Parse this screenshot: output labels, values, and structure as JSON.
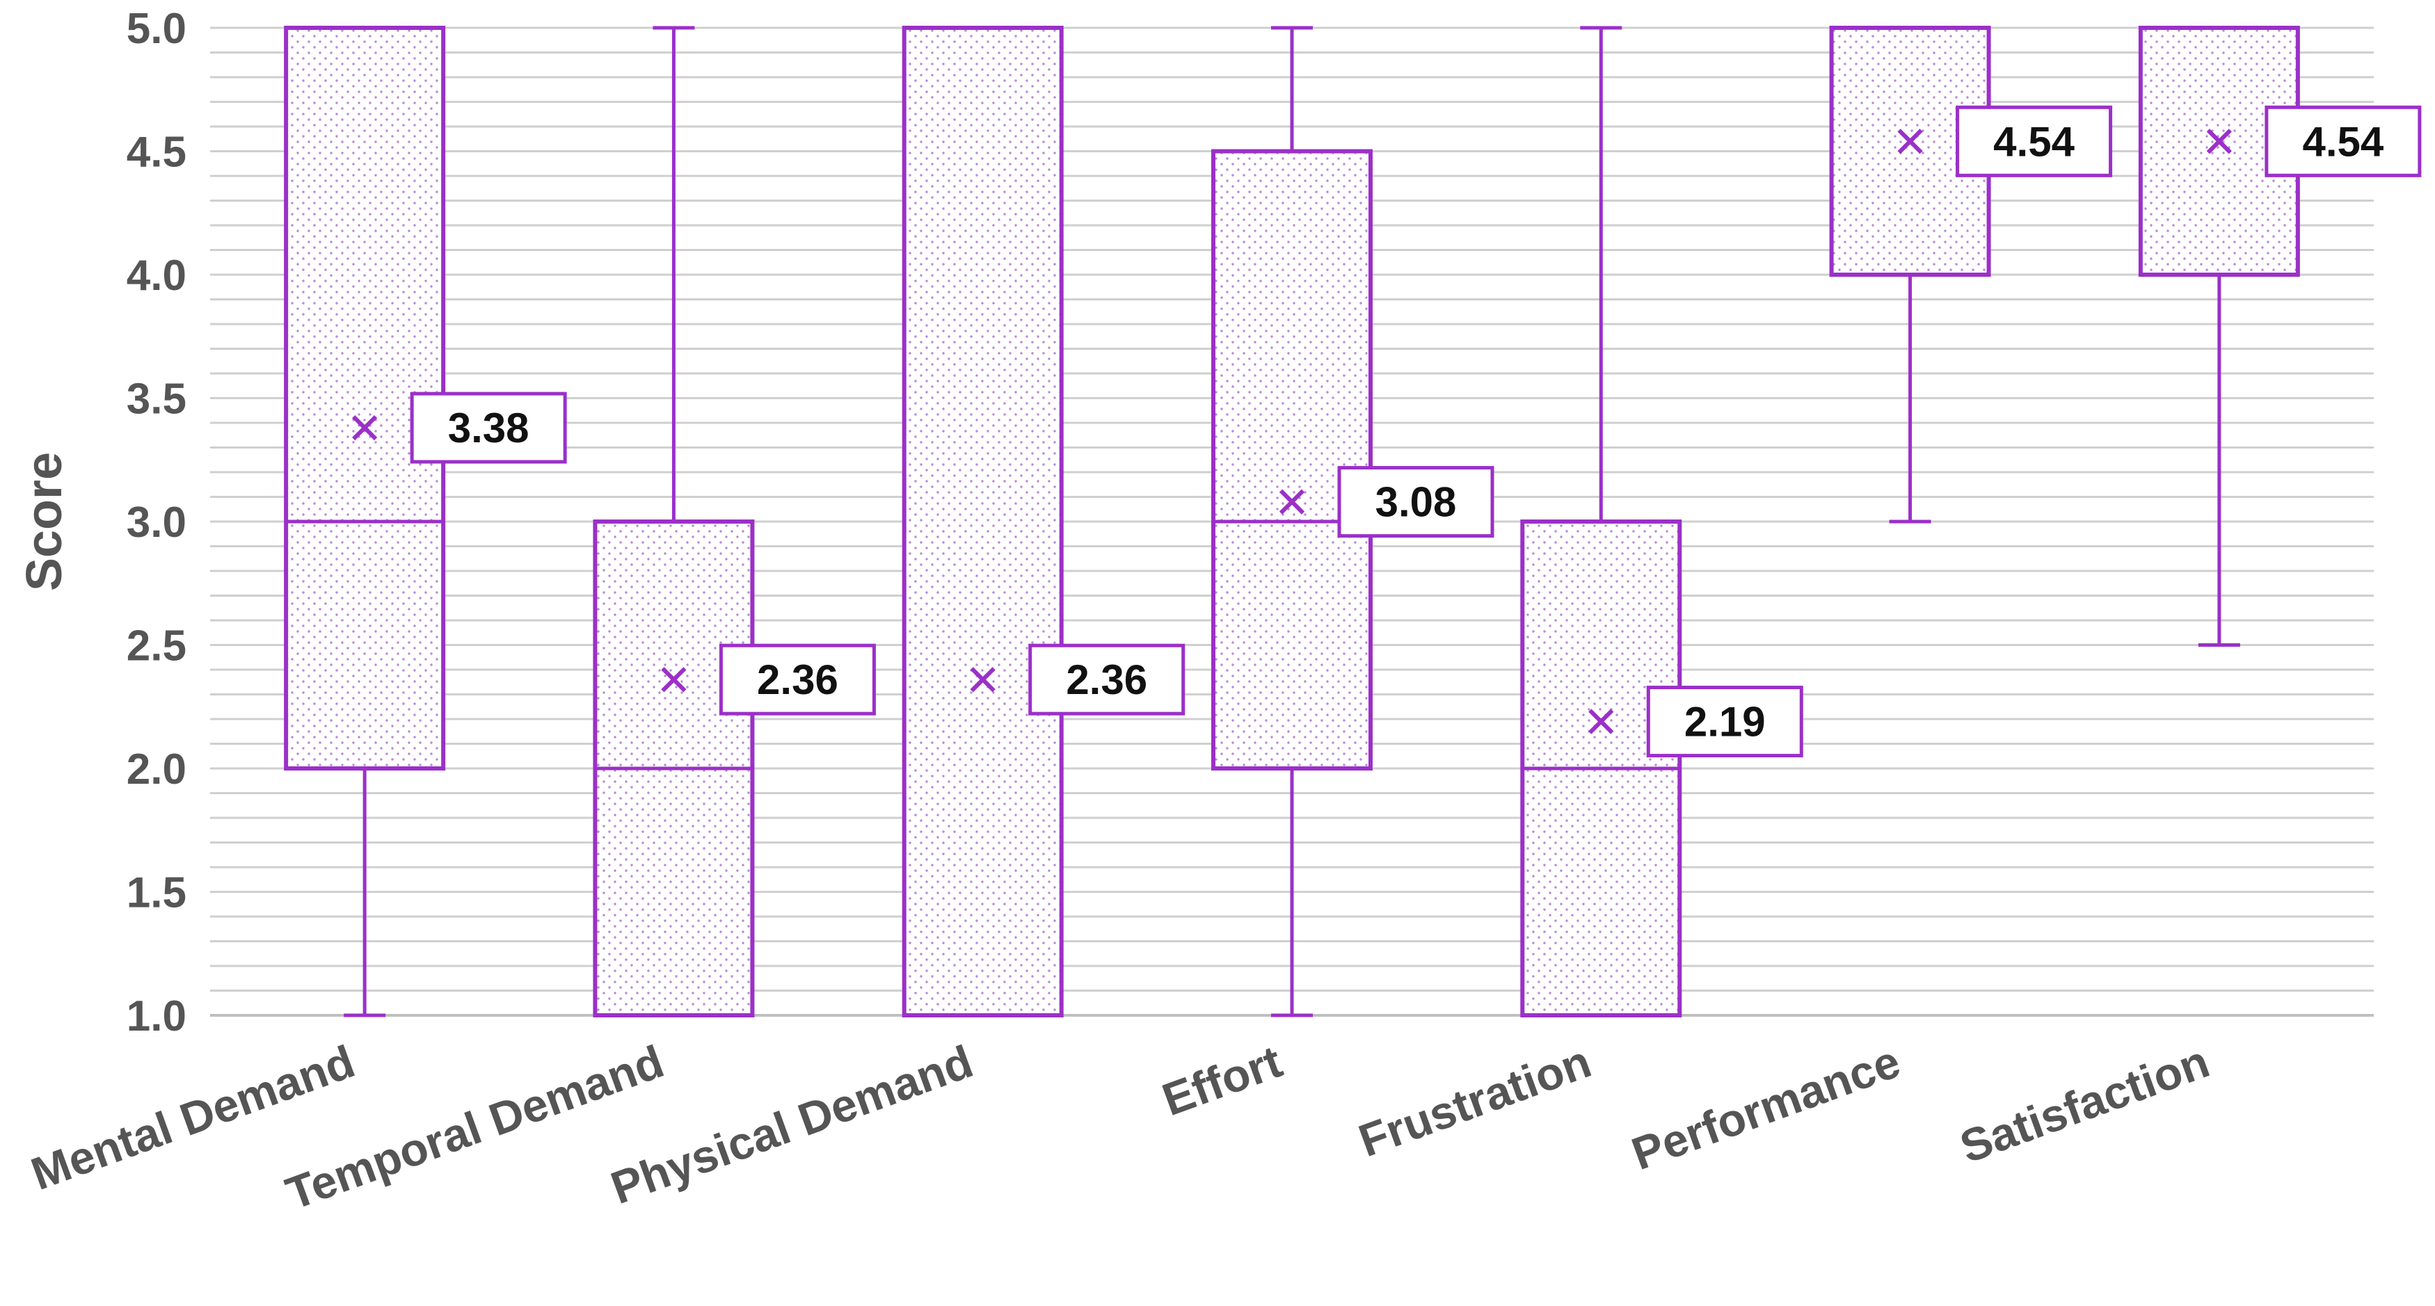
{
  "chart_data": {
    "type": "boxplot",
    "title": "",
    "xlabel": "",
    "ylabel": "Score",
    "ylim": [
      1.0,
      5.0
    ],
    "yticks": [
      "1.0",
      "1.5",
      "2.0",
      "2.5",
      "3.0",
      "3.5",
      "4.0",
      "4.5",
      "5.0"
    ],
    "minor_grid_step": 0.1,
    "grid": true,
    "legend": "none",
    "color": "#9b30c8",
    "categories": [
      "Mental Demand",
      "Temporal Demand",
      "Physical Demand",
      "Effort",
      "Frustration",
      "Performance",
      "Satisfaction"
    ],
    "boxes": [
      {
        "category": "Mental Demand",
        "min": 1.0,
        "q1": 2.0,
        "median": 3.0,
        "q3": 5.0,
        "max": 5.0,
        "mean": 3.38,
        "mean_label": "3.38"
      },
      {
        "category": "Temporal Demand",
        "min": 1.0,
        "q1": 1.0,
        "median": 2.0,
        "q3": 3.0,
        "max": 5.0,
        "mean": 2.36,
        "mean_label": "2.36"
      },
      {
        "category": "Physical Demand",
        "min": 1.0,
        "q1": 1.0,
        "median": 1.0,
        "q3": 5.0,
        "max": 5.0,
        "mean": 2.36,
        "mean_label": "2.36"
      },
      {
        "category": "Effort",
        "min": 1.0,
        "q1": 2.0,
        "median": 3.0,
        "q3": 4.5,
        "max": 5.0,
        "mean": 3.08,
        "mean_label": "3.08"
      },
      {
        "category": "Frustration",
        "min": 1.0,
        "q1": 1.0,
        "median": 2.0,
        "q3": 3.0,
        "max": 5.0,
        "mean": 2.19,
        "mean_label": "2.19"
      },
      {
        "category": "Performance",
        "min": 3.0,
        "q1": 4.0,
        "median": 5.0,
        "q3": 5.0,
        "max": 5.0,
        "mean": 4.54,
        "mean_label": "4.54"
      },
      {
        "category": "Satisfaction",
        "min": 2.5,
        "q1": 4.0,
        "median": 5.0,
        "q3": 5.0,
        "max": 5.0,
        "mean": 4.54,
        "mean_label": "4.54"
      }
    ]
  }
}
